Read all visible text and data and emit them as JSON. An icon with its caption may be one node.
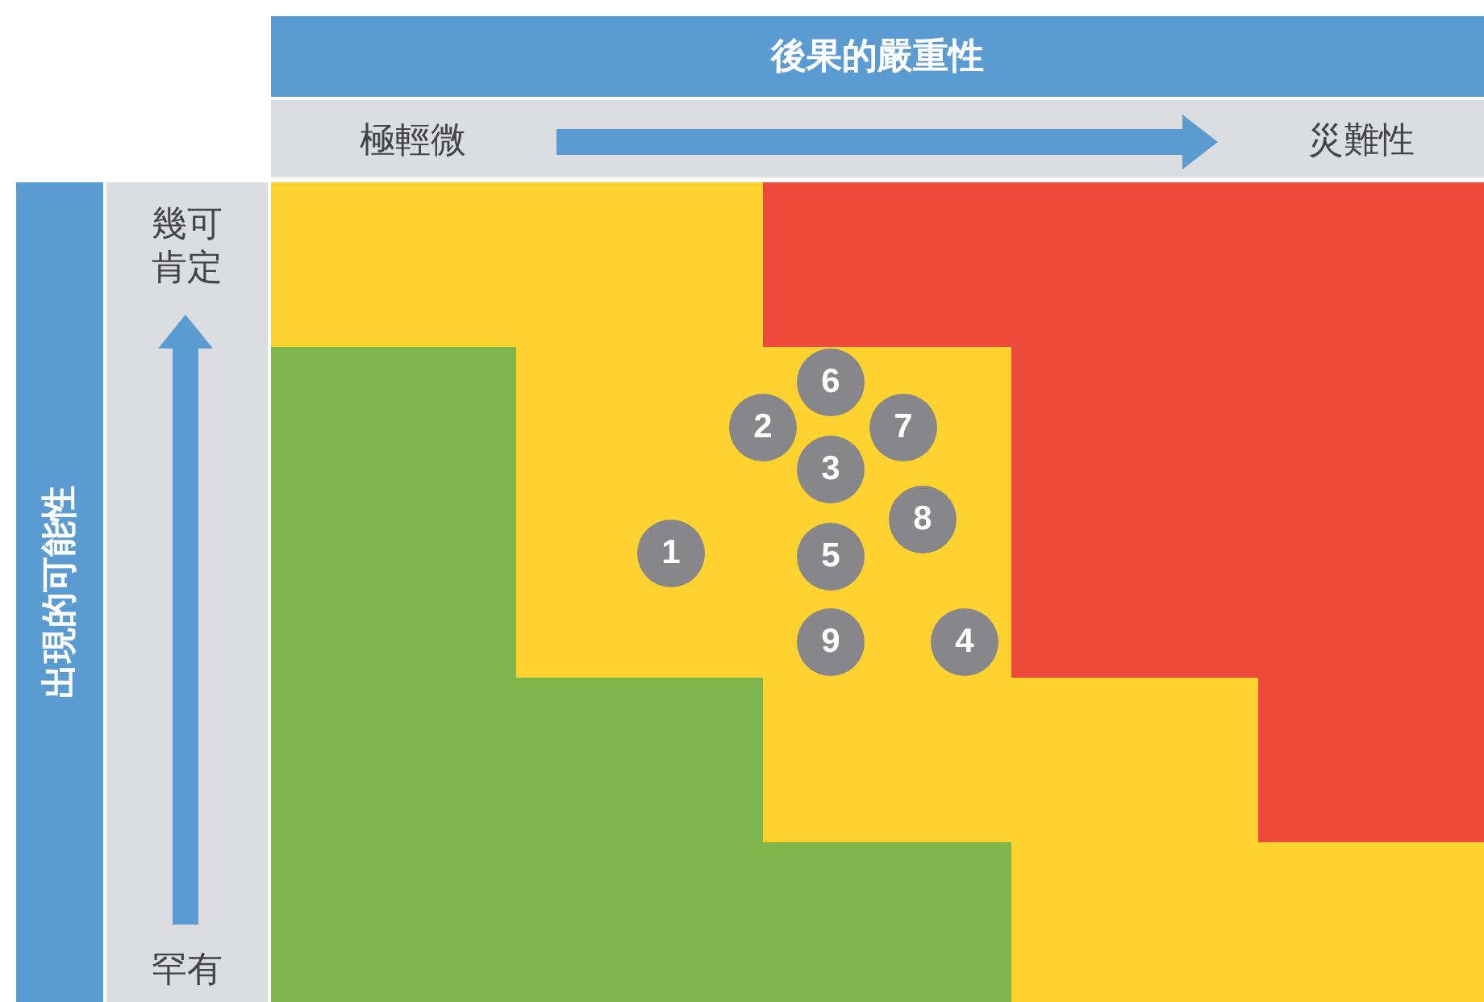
{
  "diagram": {
    "nodes": [
      {
        "text": [
          "6"
        ]
      },
      {
        "text": [
          "2"
        ]
      },
      {
        "text": [
          "7"
        ]
      },
      {
        "text": [
          "3"
        ]
      },
      {
        "text": [
          "8"
        ]
      },
      {
        "text": [
          "1"
        ]
      },
      {
        "text": [
          "5"
        ]
      },
      {
        "text": [
          "9"
        ]
      },
      {
        "text": [
          "4"
        ]
      }
    ],
    "labels": [
      "後果的嚴重性",
      "極輕微",
      "災難性",
      "出現的可能性",
      "幾可肯定",
      "罕有"
    ]
  }
}
